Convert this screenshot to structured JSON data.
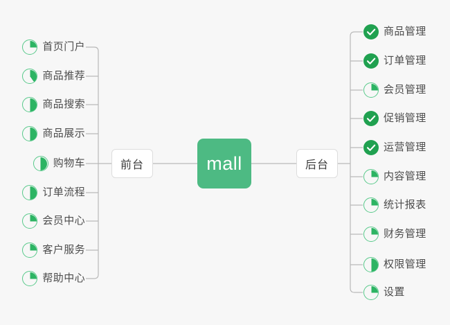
{
  "diagram": {
    "type": "mindmap",
    "background_color": "#f7f7f7",
    "accent_color": "#4dba83",
    "check_color": "#20a150",
    "ring_color": "#57c98a",
    "label_color": "#4c4c4c",
    "connector_color": "#b8b8b8",
    "root": {
      "label": "mall"
    },
    "branches": [
      {
        "id": "front",
        "label": "前台",
        "side": "left",
        "items": [
          {
            "label": "首页门户",
            "icon": "pie-icon",
            "progress": 25
          },
          {
            "label": "商品推荐",
            "icon": "pie-icon",
            "progress": 40
          },
          {
            "label": "商品搜索",
            "icon": "pie-icon",
            "progress": 50
          },
          {
            "label": "商品展示",
            "icon": "pie-icon",
            "progress": 50
          },
          {
            "label": "购物车",
            "icon": "pie-icon",
            "progress": 50
          },
          {
            "label": "订单流程",
            "icon": "pie-icon",
            "progress": 50
          },
          {
            "label": "会员中心",
            "icon": "pie-icon",
            "progress": 25
          },
          {
            "label": "客户服务",
            "icon": "pie-icon",
            "progress": 25
          },
          {
            "label": "帮助中心",
            "icon": "pie-icon",
            "progress": 25
          }
        ]
      },
      {
        "id": "back",
        "label": "后台",
        "side": "right",
        "items": [
          {
            "label": "商品管理",
            "icon": "check-circle-icon",
            "progress": 100
          },
          {
            "label": "订单管理",
            "icon": "check-circle-icon",
            "progress": 100
          },
          {
            "label": "会员管理",
            "icon": "pie-icon",
            "progress": 25
          },
          {
            "label": "促销管理",
            "icon": "check-circle-icon",
            "progress": 100
          },
          {
            "label": "运营管理",
            "icon": "check-circle-icon",
            "progress": 100
          },
          {
            "label": "内容管理",
            "icon": "pie-icon",
            "progress": 25
          },
          {
            "label": "统计报表",
            "icon": "pie-icon",
            "progress": 25
          },
          {
            "label": "财务管理",
            "icon": "pie-icon",
            "progress": 25
          },
          {
            "label": "权限管理",
            "icon": "pie-icon",
            "progress": 50
          },
          {
            "label": "设置",
            "icon": "pie-icon",
            "progress": 25
          }
        ]
      }
    ]
  }
}
